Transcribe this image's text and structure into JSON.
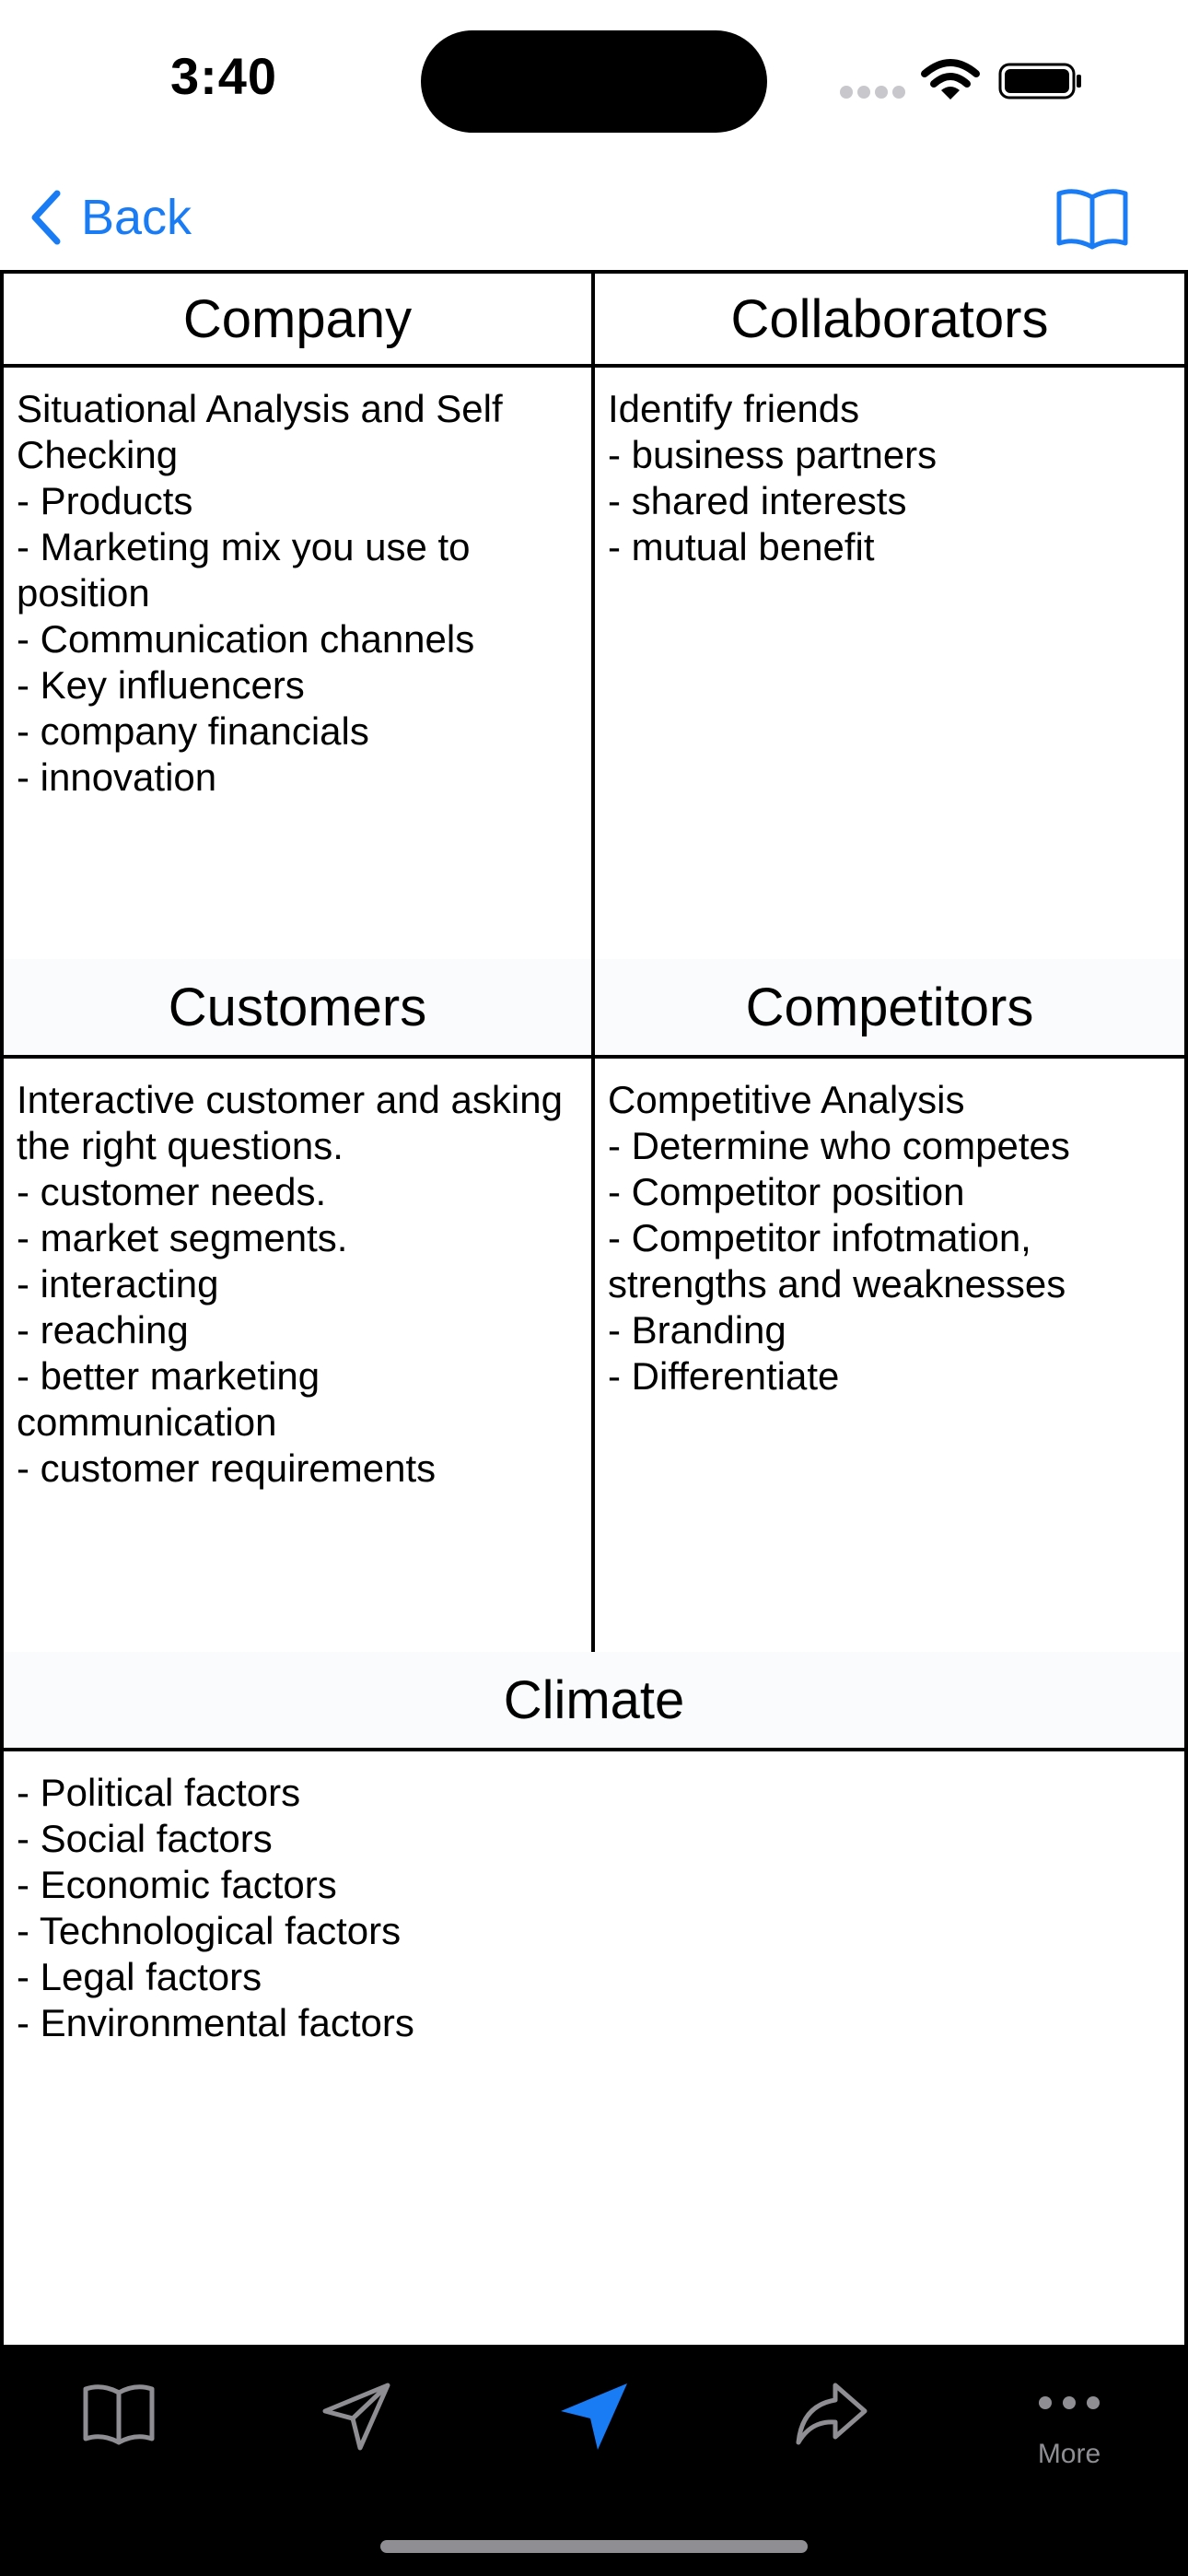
{
  "status_bar": {
    "time": "3:40"
  },
  "nav": {
    "back_label": "Back",
    "book_icon": "book-icon"
  },
  "sections": {
    "company": {
      "title": "Company",
      "body": "Situational Analysis and Self Checking\n- Products\n- Marketing mix you use to position\n- Communication channels\n- Key influencers\n- company financials\n- innovation"
    },
    "collaborators": {
      "title": "Collaborators",
      "body": "Identify friends\n- business partners\n- shared interests\n- mutual benefit"
    },
    "customers": {
      "title": "Customers",
      "body": "Interactive customer and asking the right questions.\n- customer needs.\n- market segments.\n- interacting\n- reaching\n- better marketing communication\n- customer requirements"
    },
    "competitors": {
      "title": "Competitors",
      "body": "Competitive Analysis\n- Determine who competes\n- Competitor position\n- Competitor infotmation, strengths and weaknesses\n- Branding\n- Differentiate"
    },
    "climate": {
      "title": "Climate",
      "body": "- Political factors\n- Social factors\n- Economic factors\n- Technological factors\n- Legal factors\n- Environmental factors"
    }
  },
  "tab_bar": {
    "tabs": [
      {
        "icon": "book-icon",
        "label": ""
      },
      {
        "icon": "paper-plane-outline-icon",
        "label": ""
      },
      {
        "icon": "paper-plane-filled-icon",
        "label": "",
        "selected": true
      },
      {
        "icon": "share-arrow-icon",
        "label": ""
      },
      {
        "icon": "more-icon",
        "label": "More"
      }
    ]
  },
  "colors": {
    "accent": "#1a7cf5",
    "tab_inactive": "#8e8e93",
    "tab_background": "#000000"
  }
}
